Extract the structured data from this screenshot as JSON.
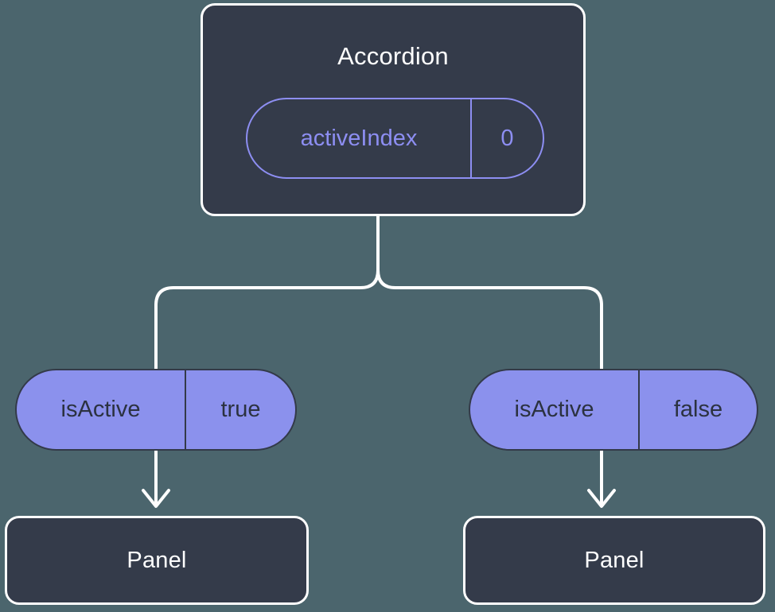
{
  "diagram": {
    "type": "component-state-tree",
    "background_color": "#4b656d",
    "root": {
      "title": "Accordion",
      "state_pill": {
        "key": "activeIndex",
        "value": "0",
        "style": "outlined",
        "accent_color": "#8d8ef2",
        "card_color": "#343b4a",
        "border_color": "#ffffff"
      }
    },
    "children": [
      {
        "prop_pill": {
          "key": "isActive",
          "value": "true",
          "style": "filled",
          "fill_color": "#8b91ed",
          "text_color": "#2b3240"
        },
        "node": {
          "title": "Panel",
          "card_color": "#343b4a",
          "border_color": "#ffffff"
        },
        "arrow": "down-arrow-icon"
      },
      {
        "prop_pill": {
          "key": "isActive",
          "value": "false",
          "style": "filled",
          "fill_color": "#8b91ed",
          "text_color": "#2b3240"
        },
        "node": {
          "title": "Panel",
          "card_color": "#343b4a",
          "border_color": "#ffffff"
        },
        "arrow": "down-arrow-icon"
      }
    ],
    "connectors": {
      "color": "#ffffff",
      "stroke_width": 4,
      "style": "orthogonal-rounded-fork"
    }
  }
}
